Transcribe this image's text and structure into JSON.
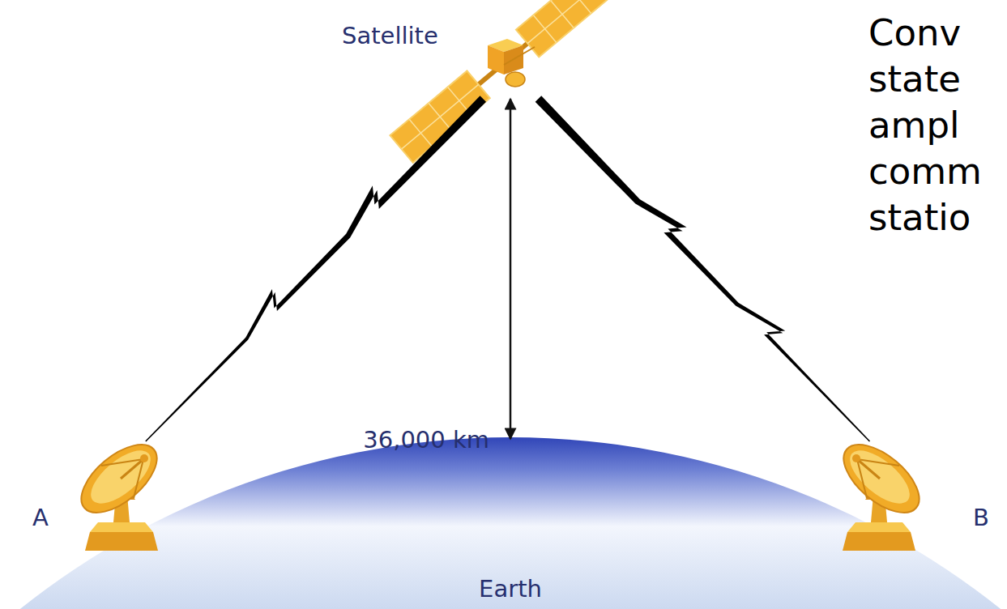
{
  "diagram": {
    "nodes": [
      {
        "text": [
          "Satellite"
        ]
      },
      {
        "text": [
          "A"
        ]
      },
      {
        "text": [
          "B"
        ]
      },
      {
        "text": [
          "Earth"
        ]
      }
    ],
    "edges": [
      {
        "from": 1,
        "to": 0,
        "arrow": "none"
      },
      {
        "from": 0,
        "to": 2,
        "arrow": "none"
      },
      {
        "from": 0,
        "to": 3,
        "arrow": "both",
        "label": "36,000 km"
      }
    ],
    "labels": [
      "Conv state ampl comm statio"
    ]
  }
}
